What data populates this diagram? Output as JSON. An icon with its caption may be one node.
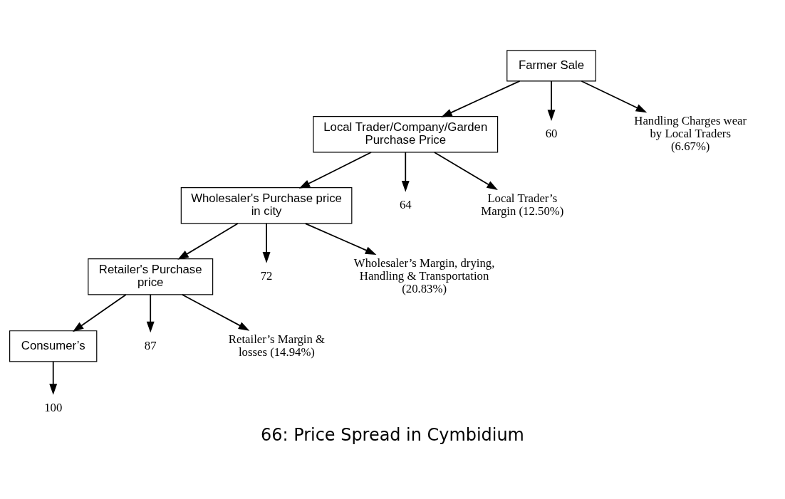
{
  "diagram": {
    "caption": "66: Price Spread in Cymbidium",
    "nodes": [
      {
        "text": [
          "Farmer Sale"
        ]
      },
      {
        "text": [
          "Local Trader/Company/Garden Purchase Price"
        ]
      },
      {
        "text": [
          "Wholesaler's Purchase price in city"
        ]
      },
      {
        "text": [
          "Retailer's Purchase price"
        ]
      },
      {
        "text": [
          "Consumer’s"
        ]
      },
      {
        "text": [
          "60"
        ]
      },
      {
        "text": [
          "Handling Charges wear by Local Traders (6.67%)"
        ]
      },
      {
        "text": [
          "64"
        ]
      },
      {
        "text": [
          "Local Trader’s Margin (12.50%)"
        ]
      },
      {
        "text": [
          "72"
        ]
      },
      {
        "text": [
          "Wholesaler’s Margin, drying, Handling & Transportation (20.83%)"
        ]
      },
      {
        "text": [
          "87"
        ]
      },
      {
        "text": [
          "Retailer’s Margin & losses (14.94%)"
        ]
      },
      {
        "text": [
          "100"
        ]
      }
    ],
    "edges": [
      {
        "from": 0,
        "to": 5,
        "arrow": "to"
      },
      {
        "from": 0,
        "to": 1,
        "arrow": "to"
      },
      {
        "from": 0,
        "to": 6,
        "arrow": "to"
      },
      {
        "from": 1,
        "to": 7,
        "arrow": "to"
      },
      {
        "from": 1,
        "to": 2,
        "arrow": "to"
      },
      {
        "from": 1,
        "to": 8,
        "arrow": "to"
      },
      {
        "from": 2,
        "to": 9,
        "arrow": "to"
      },
      {
        "from": 2,
        "to": 3,
        "arrow": "to"
      },
      {
        "from": 2,
        "to": 10,
        "arrow": "to"
      },
      {
        "from": 3,
        "to": 11,
        "arrow": "to"
      },
      {
        "from": 3,
        "to": 4,
        "arrow": "to"
      },
      {
        "from": 3,
        "to": 12,
        "arrow": "to"
      },
      {
        "from": 4,
        "to": 13,
        "arrow": "to"
      }
    ]
  }
}
